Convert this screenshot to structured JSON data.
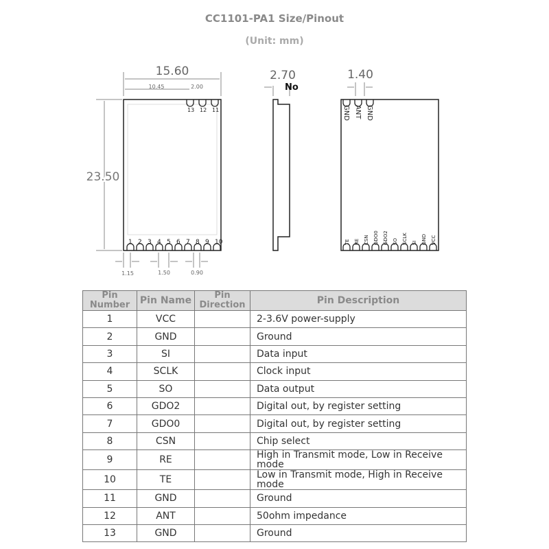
{
  "title": "CC1101-PA1 Size/Pinout",
  "unit": "(Unit: mm)",
  "diagram": {
    "front": {
      "width": "15.60",
      "offset": "10.45",
      "pitch_top": "2.00",
      "height": "23.50",
      "edge": "1.15",
      "pitch": "1.50",
      "pad": "0.90",
      "top_pins": [
        "13",
        "12",
        "11"
      ],
      "bottom_pins": [
        "1",
        "2",
        "3",
        "4",
        "5",
        "6",
        "7",
        "8",
        "9",
        "10"
      ]
    },
    "side": {
      "thickness": "2.70",
      "note": "No"
    },
    "back": {
      "pad_width": "1.40",
      "top_labels": [
        "GND",
        "ANT",
        "GND"
      ],
      "bottom_labels": [
        "TE",
        "RE",
        "CSN",
        "GDO0",
        "GDO2",
        "SO",
        "SCLK",
        "SI",
        "GND",
        "VCC"
      ]
    }
  },
  "table": {
    "headers": [
      "Pin Number",
      "Pin Name",
      "Pin Direction",
      "Pin Description"
    ],
    "rows": [
      [
        "1",
        "VCC",
        "",
        "2-3.6V power-supply"
      ],
      [
        "2",
        "GND",
        "",
        "Ground"
      ],
      [
        "3",
        "SI",
        "",
        "Data input"
      ],
      [
        "4",
        "SCLK",
        "",
        "Clock input"
      ],
      [
        "5",
        "SO",
        "",
        "Data output"
      ],
      [
        "6",
        "GDO2",
        "",
        "Digital out, by register setting"
      ],
      [
        "7",
        "GDO0",
        "",
        "Digital out, by register setting"
      ],
      [
        "8",
        "CSN",
        "",
        "Chip select"
      ],
      [
        "9",
        "RE",
        "",
        "High in Transmit mode, Low in Receive mode"
      ],
      [
        "10",
        "TE",
        "",
        "Low in Transmit mode, High in Receive mode"
      ],
      [
        "11",
        "GND",
        "",
        "Ground"
      ],
      [
        "12",
        "ANT",
        "",
        "50ohm impedance"
      ],
      [
        "13",
        "GND",
        "",
        "Ground"
      ]
    ]
  }
}
